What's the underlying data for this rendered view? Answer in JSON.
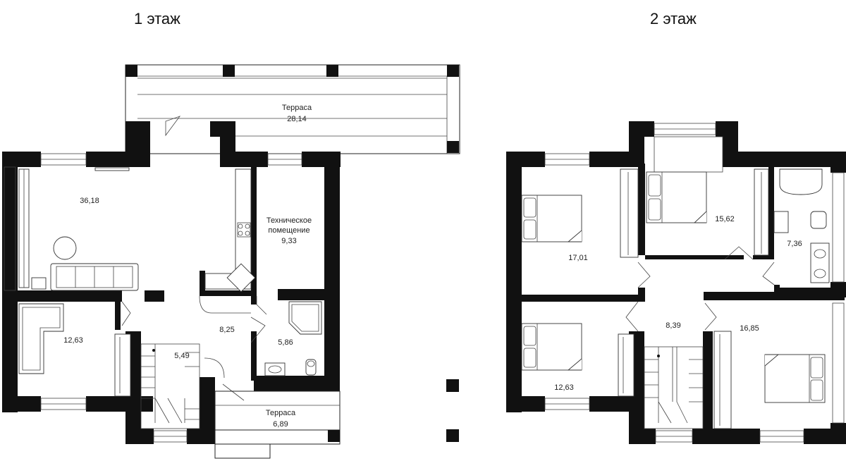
{
  "floors": [
    {
      "title": "1 этаж"
    },
    {
      "title": "2 этаж"
    }
  ],
  "floor1": {
    "terrace_top": {
      "name": "Терраса",
      "area": "28,14"
    },
    "living": {
      "area": "36,18"
    },
    "technical": {
      "name_line1": "Техническое",
      "name_line2": "помещение",
      "area": "9,33"
    },
    "hall": {
      "area": "8,25"
    },
    "bath": {
      "area": "5,86"
    },
    "room_sw": {
      "area": "12,63"
    },
    "stair": {
      "area": "5,49"
    },
    "terrace_bottom": {
      "name": "Терраса",
      "area": "6,89"
    }
  },
  "floor2": {
    "bed_nw": {
      "area": "17,01"
    },
    "bed_n": {
      "area": "15,62"
    },
    "bath": {
      "area": "7,36"
    },
    "hall": {
      "area": "8,39"
    },
    "bed_sw": {
      "area": "12,63"
    },
    "bed_se": {
      "area": "16,85"
    }
  }
}
